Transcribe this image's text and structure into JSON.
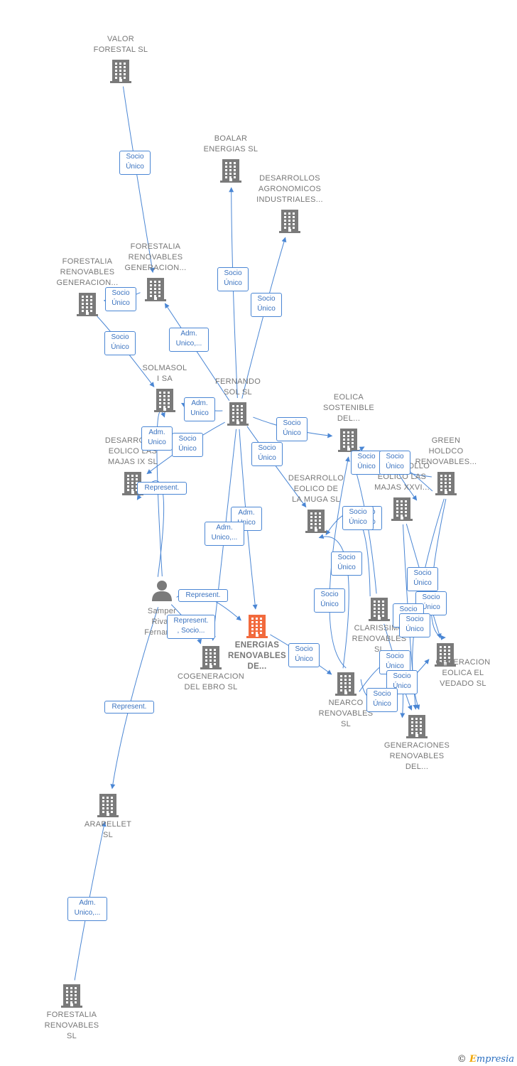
{
  "colors": {
    "edge": "#4a86d4",
    "company": "#7a7a7a",
    "focus": "#f26a3d",
    "person": "#7a7a7a"
  },
  "nodes": [
    {
      "id": "valor",
      "label": "VALOR\nFORESTAL SL",
      "type": "company"
    },
    {
      "id": "boalar",
      "label": "BOALAR\nENERGIAS  SL",
      "type": "company"
    },
    {
      "id": "desagro",
      "label": "DESARROLLOS\nAGRONOMICOS\nINDUSTRIALES...",
      "type": "company"
    },
    {
      "id": "forgen1",
      "label": "FORESTALIA\nRENOVABLES\nGENERACION...",
      "type": "company"
    },
    {
      "id": "forgen2",
      "label": "FORESTALIA\nRENOVABLES\nGENERACION...",
      "type": "company"
    },
    {
      "id": "solmasol",
      "label": "SOLMASOL\nI SA",
      "type": "company"
    },
    {
      "id": "fernando",
      "label": "FERNANDO\nSOL SL",
      "type": "company"
    },
    {
      "id": "eolica",
      "label": "EOLICA\nSOSTENIBLE\nDEL...",
      "type": "company"
    },
    {
      "id": "green",
      "label": "GREEN\nHOLDCO\nRENOVABLES...",
      "type": "company"
    },
    {
      "id": "majas9",
      "label": "DESARROLLO\nEOLICO LAS\nMAJAS IX  SL",
      "type": "company"
    },
    {
      "id": "muga",
      "label": "DESARROLLO\nEOLICO DE\nLA MUGA SL",
      "type": "company"
    },
    {
      "id": "majas26",
      "label": "DESARROLLO\nEOLICO LAS\nMAJAS XXVI...",
      "type": "company"
    },
    {
      "id": "samper",
      "label": "Samper\nRivas\nFernando",
      "type": "person"
    },
    {
      "id": "energias",
      "label": "ENERGIAS\nRENOVABLES\nDE...",
      "type": "focus"
    },
    {
      "id": "cogen",
      "label": "COGENERACION\nDEL EBRO  SL",
      "type": "company"
    },
    {
      "id": "clarissimo",
      "label": "CLARISSIMO\nRENOVABLES\nSL",
      "type": "company"
    },
    {
      "id": "vedado",
      "label": "GENERACION\nEOLICA EL\nVEDADO SL",
      "type": "company"
    },
    {
      "id": "nearco",
      "label": "NEARCO\nRENOVABLES\nSL",
      "type": "company"
    },
    {
      "id": "generdel",
      "label": "GENERACIONES\nRENOVABLES\nDEL...",
      "type": "company"
    },
    {
      "id": "arapellet",
      "label": "ARAPELLET\nSL",
      "type": "company"
    },
    {
      "id": "forsl",
      "label": "FORESTALIA\nRENOVABLES\nSL",
      "type": "company"
    }
  ],
  "edges": [
    {
      "from": "valor",
      "to": "forgen2",
      "label": "Socio\nÚnico"
    },
    {
      "from": "fernando",
      "to": "boalar",
      "label": "Socio\nÚnico"
    },
    {
      "from": "fernando",
      "to": "desagro",
      "label": "Socio\nÚnico"
    },
    {
      "from": "fernando",
      "to": "forgen2",
      "label": "Adm.\nUnico,..."
    },
    {
      "from": "forgen1",
      "to": "solmasol",
      "label": "Socio\nÚnico"
    },
    {
      "from": "forgen2",
      "to": "forgen1",
      "label": "Socio\nÚnico"
    },
    {
      "from": "fernando",
      "to": "solmasol",
      "label": "Adm.\nUnico"
    },
    {
      "from": "samper",
      "to": "solmasol",
      "label": "Adm.\nUnico"
    },
    {
      "from": "fernando",
      "to": "majas9",
      "label": "Socio\nÚnico"
    },
    {
      "from": "samper",
      "to": "majas9",
      "label": "Represent."
    },
    {
      "from": "fernando",
      "to": "eolica",
      "label": "Socio\nÚnico"
    },
    {
      "from": "fernando",
      "to": "muga",
      "label": "Socio\nÚnico"
    },
    {
      "from": "fernando",
      "to": "energias",
      "label": "Adm.\nUnico"
    },
    {
      "from": "fernando",
      "to": "cogen",
      "label": "Adm.\nUnico,..."
    },
    {
      "from": "samper",
      "to": "energias",
      "label": "Represent."
    },
    {
      "from": "samper",
      "to": "cogen",
      "label": "Represent.\n, Socio..."
    },
    {
      "from": "samper",
      "to": "arapellet",
      "label": "Represent."
    },
    {
      "from": "forsl",
      "to": "arapellet",
      "label": "Adm.\nUnico,..."
    },
    {
      "from": "energias",
      "to": "nearco",
      "label": "Socio\nÚnico"
    },
    {
      "from": "green",
      "to": "eolica",
      "label": "Socio\nÚnico"
    },
    {
      "from": "green",
      "to": "majas26",
      "label": "Socio\nÚnico"
    },
    {
      "from": "clarissimo",
      "to": "eolica",
      "label": "Socio\nÚnico"
    },
    {
      "from": "clarissimo",
      "to": "muga",
      "label": "Socio\nÚnico"
    },
    {
      "from": "nearco",
      "to": "muga",
      "label": "Socio\nÚnico"
    },
    {
      "from": "nearco",
      "to": "eolica",
      "label": "Socio\nÚnico"
    },
    {
      "from": "majas26",
      "to": "vedado",
      "label": "Socio\nÚnico"
    },
    {
      "from": "green",
      "to": "vedado",
      "label": "Socio\nÚnico"
    },
    {
      "from": "majas26",
      "to": "generdel",
      "label": "Socio\nÚnico"
    },
    {
      "from": "green",
      "to": "generdel",
      "label": "Socio\nÚnico"
    },
    {
      "from": "nearco",
      "to": "generdel",
      "label": "Socio\nÚnico"
    },
    {
      "from": "clarissimo",
      "to": "generdel",
      "label": "Socio\nÚnico"
    },
    {
      "from": "nearco",
      "to": "vedado",
      "label": "Socio\nÚnico"
    }
  ],
  "footer": {
    "copyright": "©",
    "brand_first": "E",
    "brand_rest": "mpresia"
  }
}
